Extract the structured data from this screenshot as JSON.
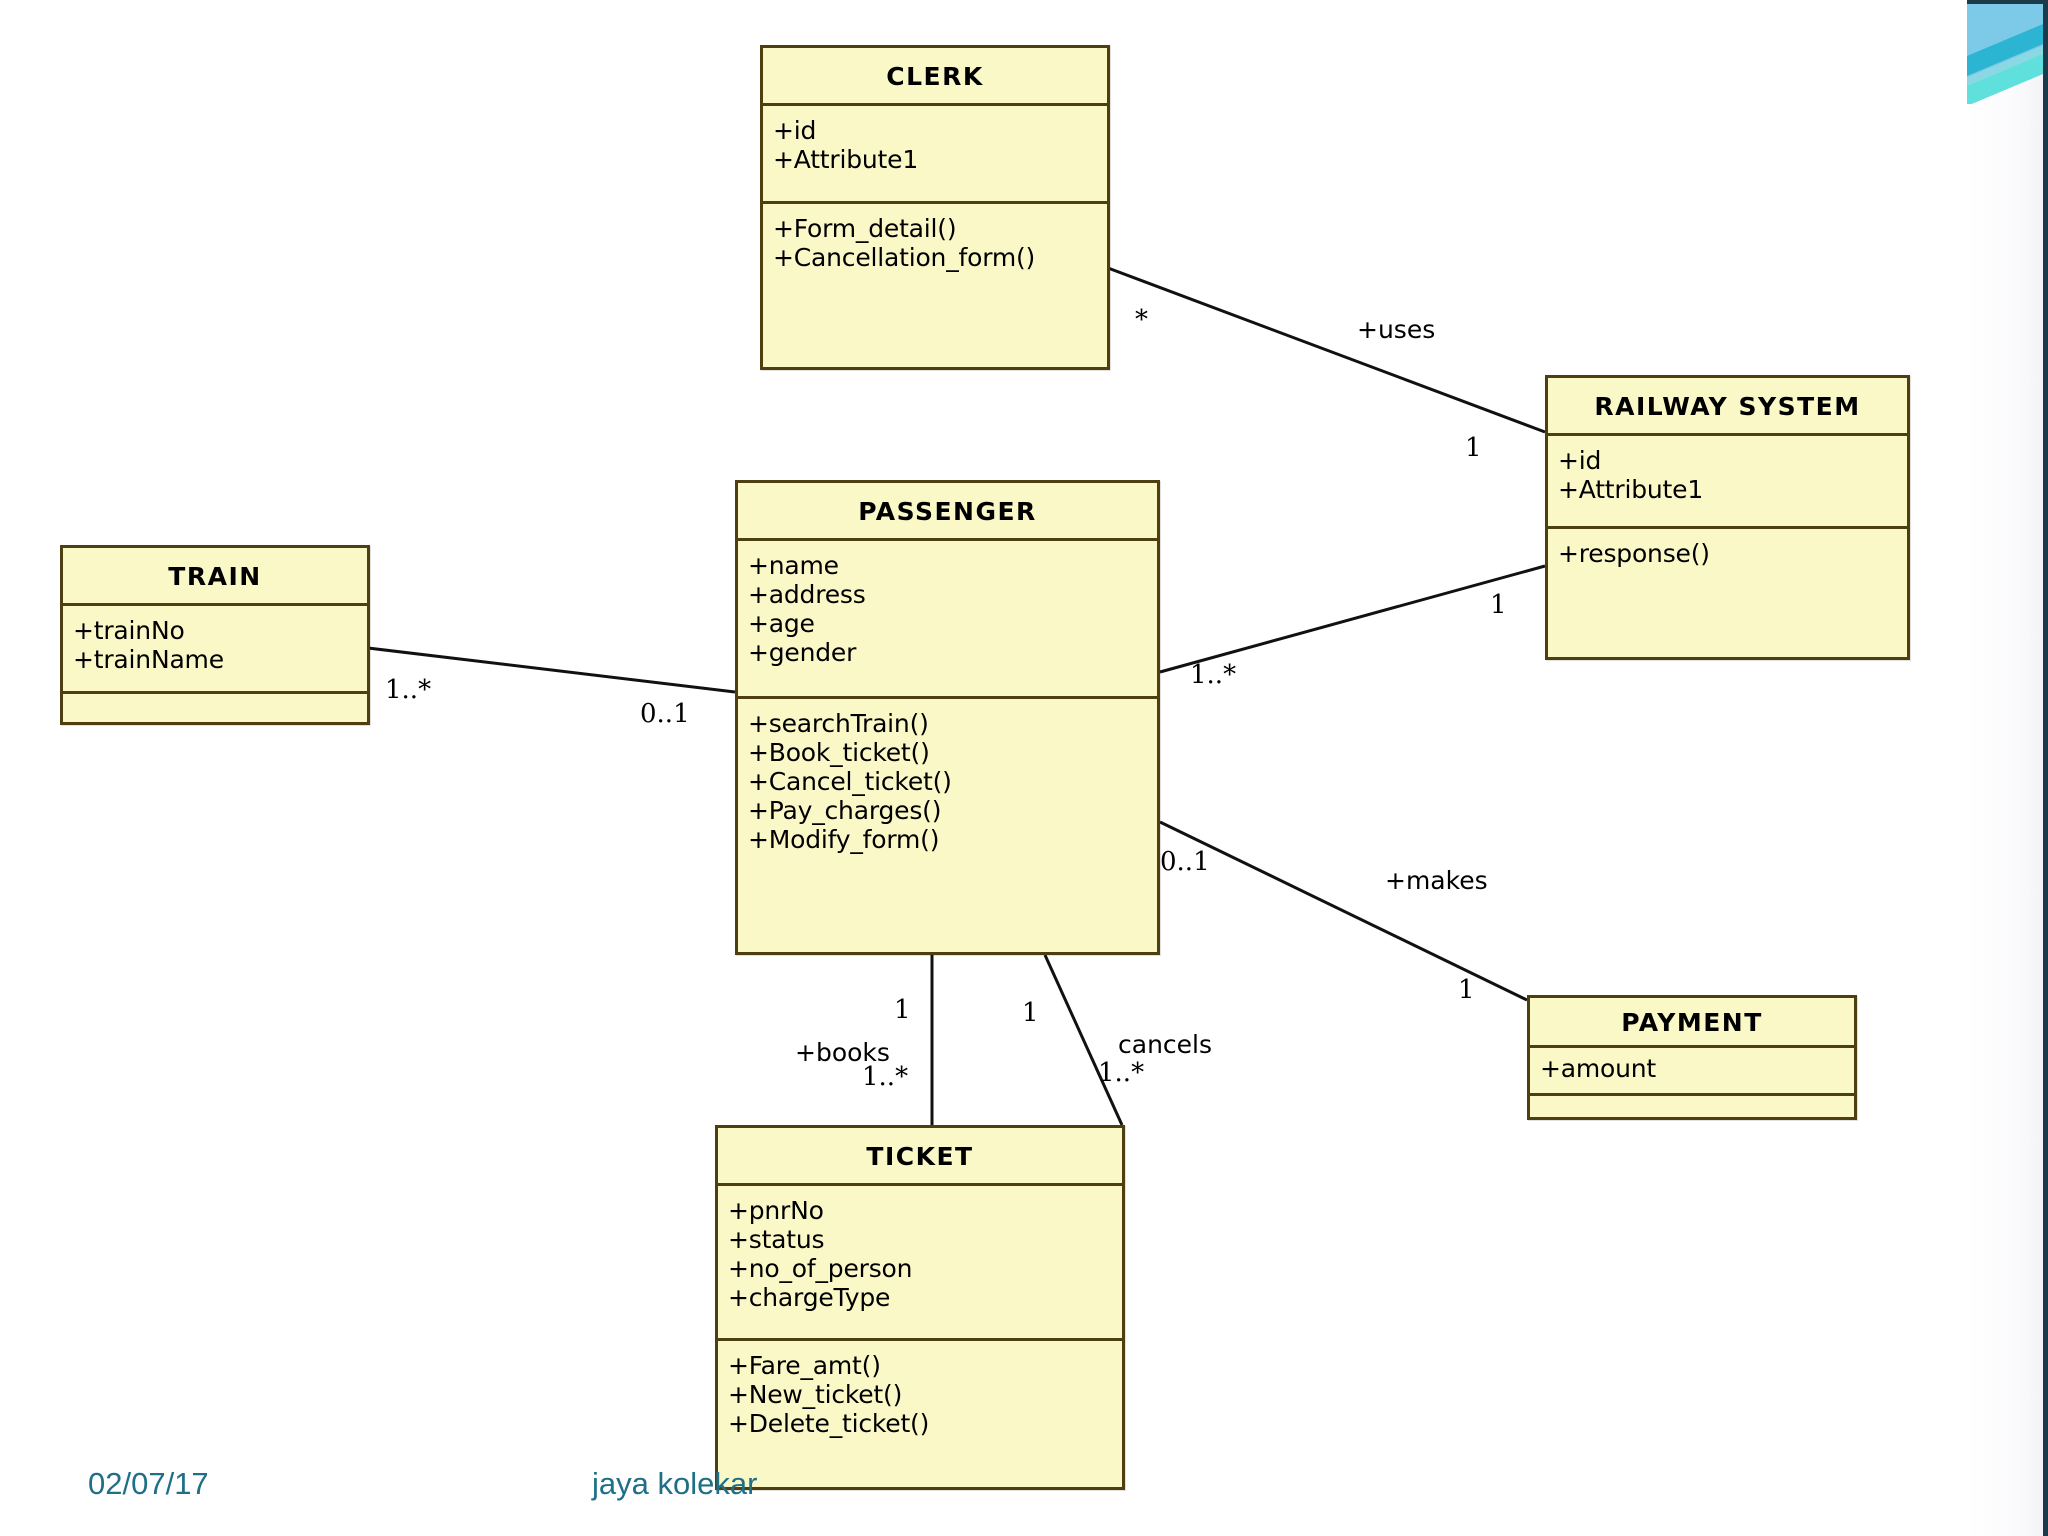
{
  "diagram": {
    "kind": "uml-class-diagram",
    "title": "Railway Reservation System Class Diagram",
    "colors": {
      "class_fill": "#fbf8c8",
      "class_border": "#4d3f10",
      "line": "#111111",
      "footer_text": "#1f6f86",
      "accent_band_1": "#6ec6e8",
      "accent_band_2": "#29b6d0",
      "accent_band_3": "#5fe0dd",
      "panel_edge": "#1b3b4b"
    }
  },
  "classes": [
    {
      "id": "clerk",
      "name": "CLERK",
      "attributes": [
        "+id",
        "+Attribute1"
      ],
      "operations": [
        "+Form_detail()",
        "+Cancellation_form()"
      ]
    },
    {
      "id": "passenger",
      "name": "PASSENGER",
      "attributes": [
        "+name",
        "+address",
        "+age",
        "+gender"
      ],
      "operations": [
        "+searchTrain()",
        "+Book_ticket()",
        "+Cancel_ticket()",
        "+Pay_charges()",
        "+Modify_form()"
      ]
    },
    {
      "id": "railway_system",
      "name": "RAILWAY SYSTEM",
      "attributes": [
        "+id",
        "+Attribute1"
      ],
      "operations": [
        "+response()"
      ]
    },
    {
      "id": "train",
      "name": "TRAIN",
      "attributes": [
        "+trainNo",
        "+trainName"
      ],
      "operations": []
    },
    {
      "id": "ticket",
      "name": "TICKET",
      "attributes": [
        "+pnrNo",
        "+status",
        "+no_of_person",
        "+chargeType"
      ],
      "operations": [
        "+Fare_amt()",
        "+New_ticket()",
        "+Delete_ticket()"
      ]
    },
    {
      "id": "payment",
      "name": "PAYMENT",
      "attributes": [
        "+amount"
      ],
      "operations": []
    }
  ],
  "relationships": [
    {
      "id": "clerk-uses-railway",
      "label": "+uses",
      "source": "clerk",
      "target": "railway_system",
      "source_multiplicity": "*",
      "target_multiplicity": "1"
    },
    {
      "id": "train-passenger",
      "label": "",
      "source": "train",
      "target": "passenger",
      "source_multiplicity": "1..*",
      "target_multiplicity": "0..1"
    },
    {
      "id": "passenger-railway",
      "label": "",
      "source": "passenger",
      "target": "railway_system",
      "source_multiplicity": "1..*",
      "target_multiplicity": "1"
    },
    {
      "id": "passenger-makes-payment",
      "label": "+makes",
      "source": "passenger",
      "target": "payment",
      "source_multiplicity": "0..1",
      "target_multiplicity": "1"
    },
    {
      "id": "passenger-books-ticket",
      "label": "+books",
      "source": "passenger",
      "target": "ticket",
      "source_multiplicity": "1",
      "target_multiplicity": "1..*"
    },
    {
      "id": "passenger-cancels-ticket",
      "label": "cancels",
      "source": "passenger",
      "target": "ticket",
      "source_multiplicity": "1",
      "target_multiplicity": "1..*"
    }
  ],
  "footer": {
    "date": "02/07/17",
    "author": "jaya kolekar"
  }
}
